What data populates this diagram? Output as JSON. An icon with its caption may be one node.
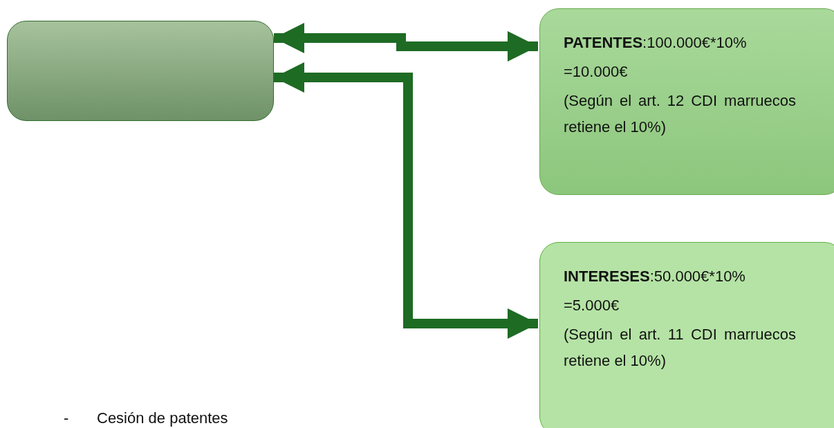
{
  "diagram": {
    "nodes": [
      {
        "text": [],
        "shape": "box"
      },
      {
        "text": [
          "**PATENTES**:100.000€*10%",
          "=10.000€",
          "(Según el art. 12 CDI marruecos retiene el 10%)"
        ]
      },
      {
        "text": [
          "**INTERESES**:50.000€*10%",
          "=5.000€",
          "(Según el art. 11 CDI marruecos retiene el 10%)"
        ]
      }
    ],
    "edges": [
      {
        "from": 0,
        "to": 1,
        "arrow": "both"
      },
      {
        "from": 0,
        "to": 2,
        "arrow": "both"
      }
    ],
    "labels": [
      "-",
      "Cesión de patentes"
    ]
  }
}
